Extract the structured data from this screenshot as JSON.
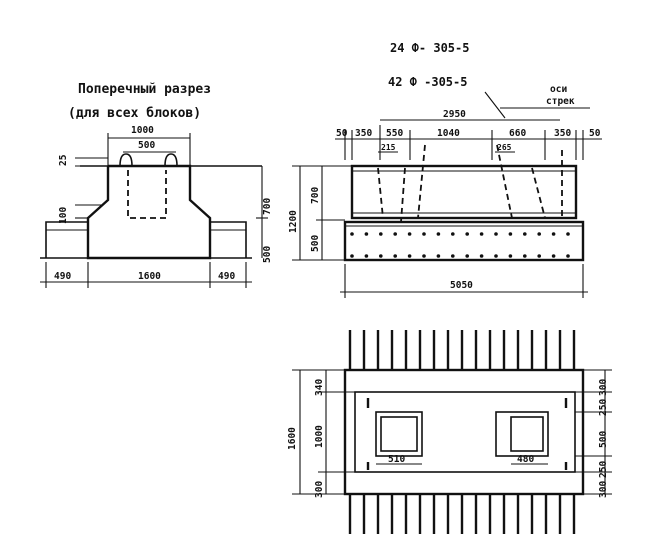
{
  "titles": {
    "section_line1": "Поперечный разрез",
    "section_line2": "(для всех блоков)",
    "marking_1": "24 Ф- 305-5",
    "marking_2": "42 Ф -305-5",
    "axis_note_1": "оси",
    "axis_note_2": "стрек"
  },
  "section_dims": {
    "top_width": "1000",
    "opening": "500",
    "left_small": "25",
    "left_mid": "100",
    "right_upper": "700",
    "right_lower": "500",
    "bottom_left": "490",
    "bottom_center": "1600",
    "bottom_right": "490"
  },
  "elevation_dims": {
    "total_top": "2950",
    "seg_50a": "50",
    "seg_350a": "350",
    "seg_550": "550",
    "seg_1040": "1040",
    "seg_660": "660",
    "seg_350b": "350",
    "seg_50b": "50",
    "slot_left": "215",
    "slot_right": "265",
    "left_total": "1200",
    "left_upper": "700",
    "left_lower": "500",
    "bottom_total": "5050"
  },
  "plan_dims": {
    "left_total": "1600",
    "left_inner": "1000",
    "left_top": "340",
    "left_bottom": "300",
    "right_top": "300",
    "right_upper": "250",
    "right_mid": "500",
    "right_lower": "250",
    "right_bottom": "300",
    "hole_left": "510",
    "hole_right": "480"
  }
}
